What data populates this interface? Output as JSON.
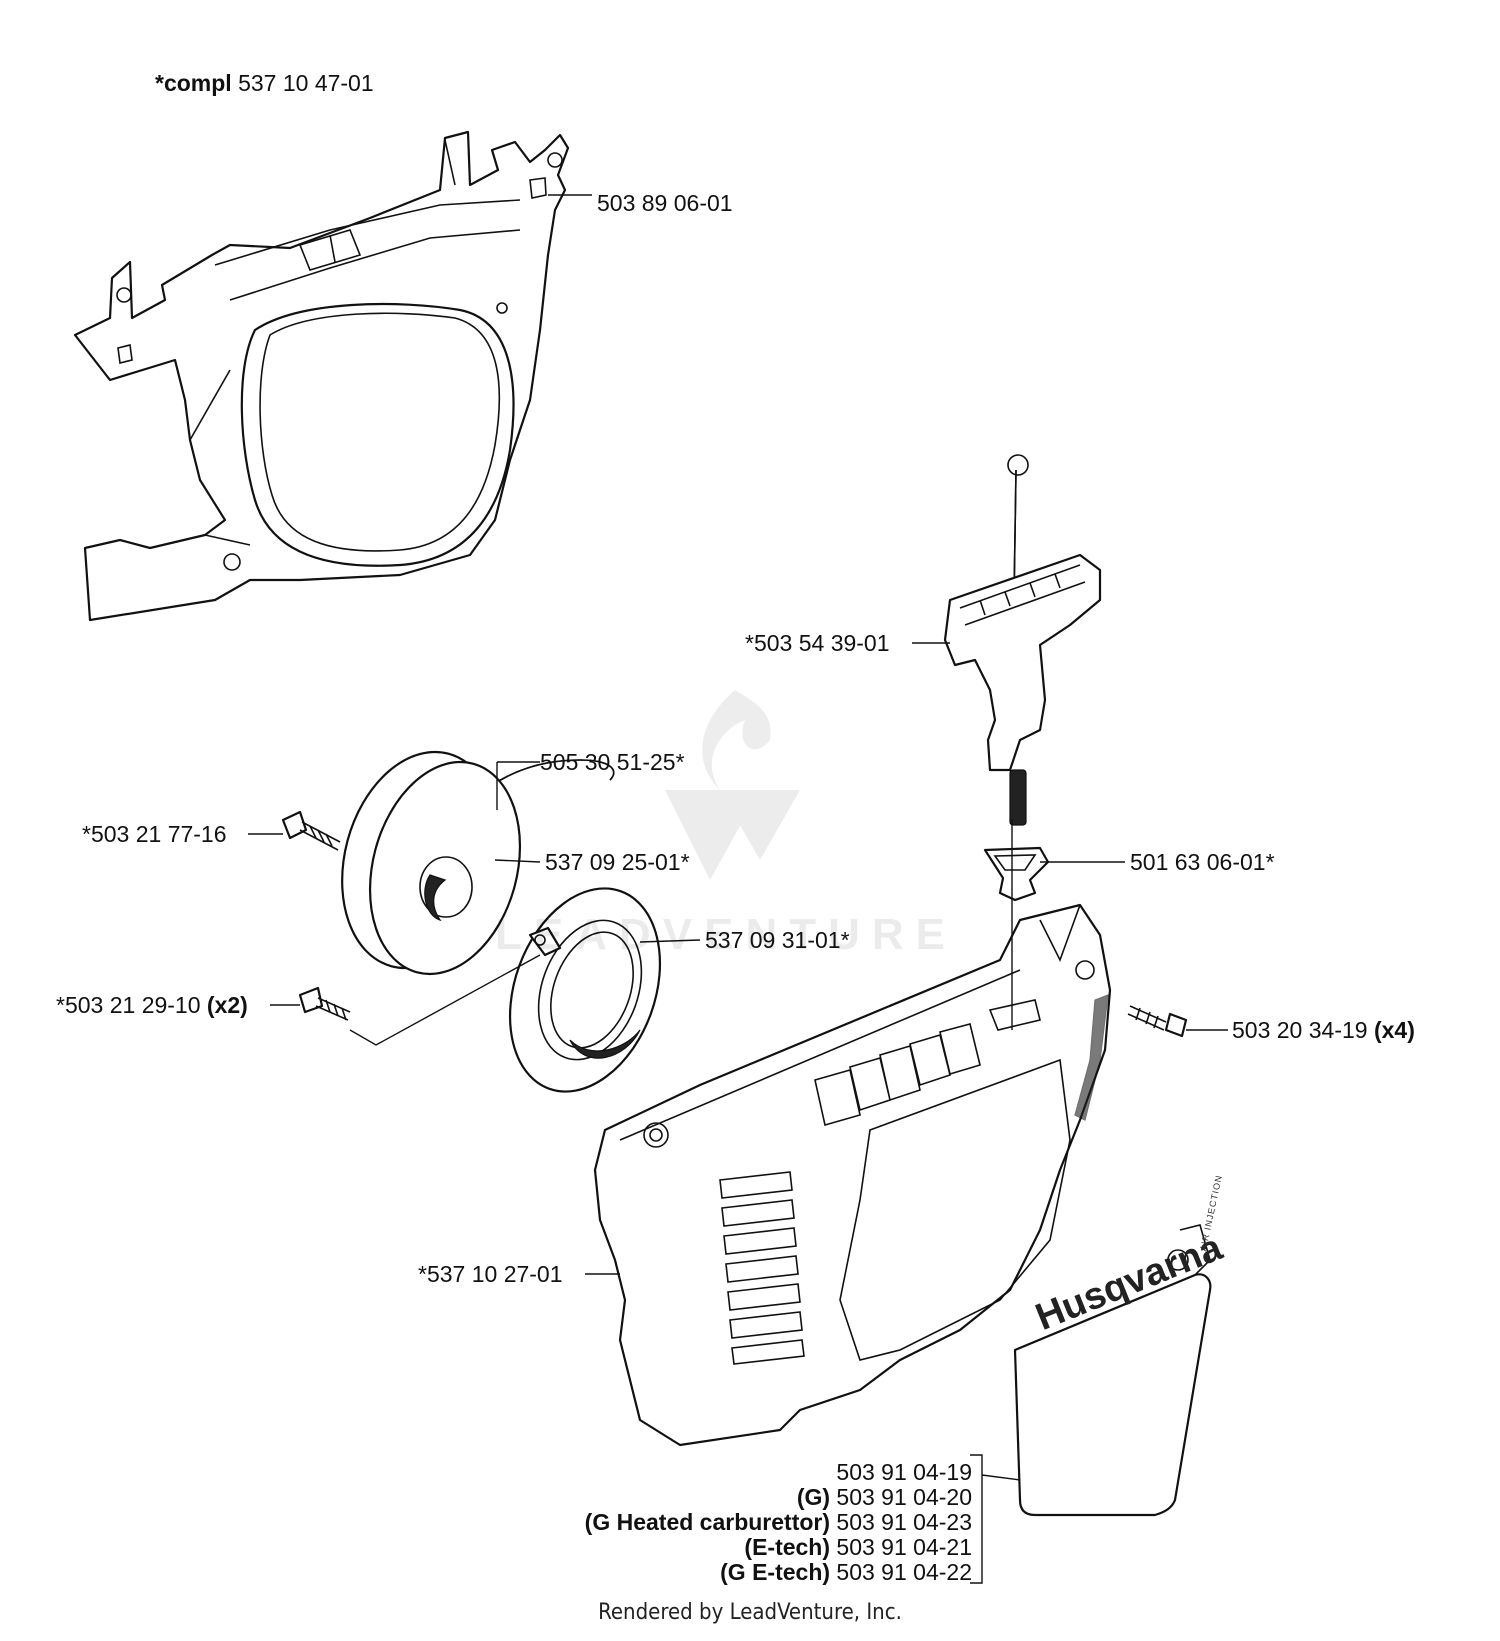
{
  "header": {
    "prefix": "*compl",
    "part": "537 10 47-01"
  },
  "parts": {
    "bracket": "503 89 06-01",
    "handle": "*503 54 39-01",
    "rope": "505 30 51-25*",
    "bolt_pulley": "*503 21 77-16",
    "pulley": "537 09 25-01*",
    "grommet": "501 63 06-01*",
    "spring": "537 09 31-01*",
    "screws_spring": {
      "part": "*503 21 29-10",
      "qty": "(x2)"
    },
    "screws_cover": {
      "part": "503 20 34-19",
      "qty": "(x4)"
    },
    "cover": "*537 10 27-01"
  },
  "decal": {
    "brand": "Husqvarna",
    "subtext": "AIR INJECTION",
    "variants": [
      {
        "qualifier": "",
        "part": "503 91 04-19"
      },
      {
        "qualifier": "(G)",
        "part": "503 91 04-20"
      },
      {
        "qualifier": "(G Heated carburettor)",
        "part": "503 91 04-23"
      },
      {
        "qualifier": "(E-tech)",
        "part": "503 91 04-21"
      },
      {
        "qualifier": "(G E-tech)",
        "part": "503 91 04-22"
      }
    ]
  },
  "watermark": "LEADVENTURE",
  "footer": "Rendered by LeadVenture, Inc."
}
